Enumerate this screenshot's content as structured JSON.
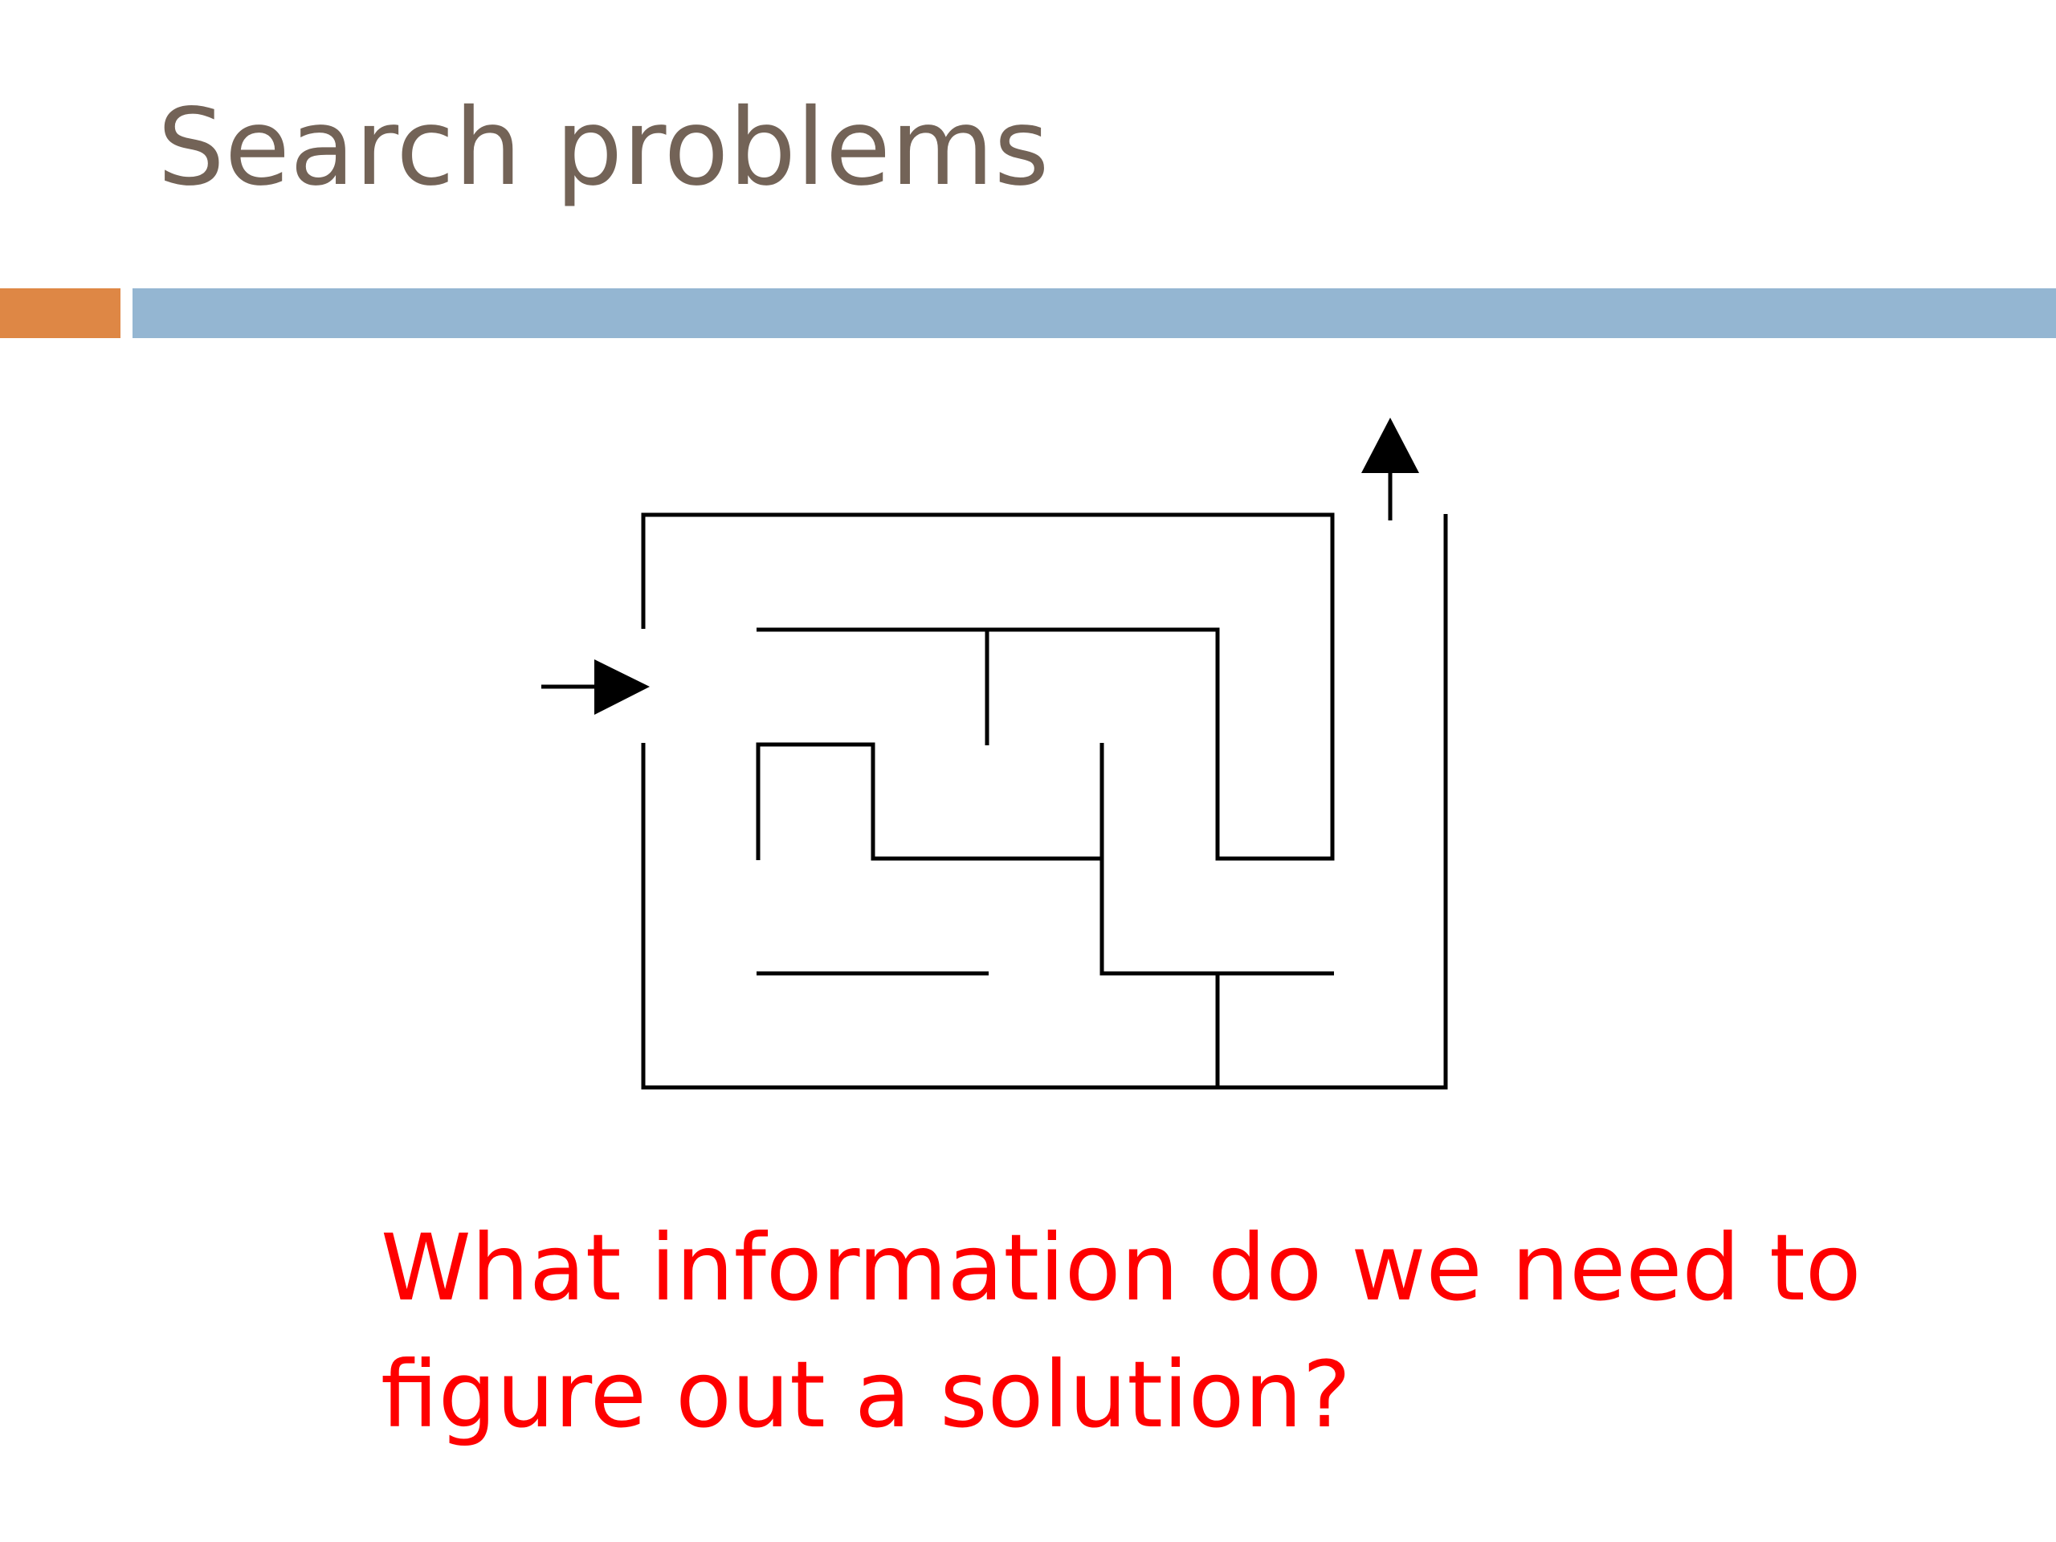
{
  "slide": {
    "title": "Search problems",
    "question_lines": [
      "What information do we need to",
      "figure out a solution?"
    ]
  },
  "colors": {
    "title": "#736357",
    "accent_orange": "#de8745",
    "accent_blue": "#94b6d2",
    "question": "#ff0000",
    "maze_lines": "#000000"
  },
  "maze": {
    "entrance_arrow": "right-arrow",
    "exit_arrow": "up-arrow"
  }
}
